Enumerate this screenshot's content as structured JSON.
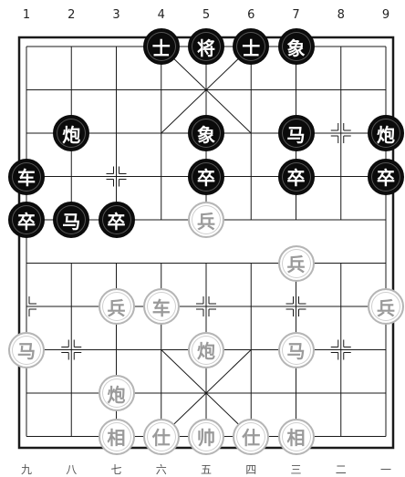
{
  "board": {
    "top_file_labels": [
      "1",
      "2",
      "3",
      "4",
      "5",
      "6",
      "7",
      "8",
      "9"
    ],
    "bottom_file_labels": [
      "九",
      "八",
      "七",
      "六",
      "五",
      "四",
      "三",
      "二",
      "一"
    ],
    "line_color": "#1a1a1a"
  },
  "pieces": [
    {
      "id": "black-advisor-1",
      "label": "士",
      "side": "black",
      "file": 4,
      "rank": 0
    },
    {
      "id": "black-general",
      "label": "将",
      "side": "black",
      "file": 5,
      "rank": 0
    },
    {
      "id": "black-advisor-2",
      "label": "士",
      "side": "black",
      "file": 6,
      "rank": 0
    },
    {
      "id": "black-elephant-1",
      "label": "象",
      "side": "black",
      "file": 7,
      "rank": 0
    },
    {
      "id": "black-cannon-1",
      "label": "炮",
      "side": "black",
      "file": 2,
      "rank": 2
    },
    {
      "id": "black-elephant-2",
      "label": "象",
      "side": "black",
      "file": 5,
      "rank": 2
    },
    {
      "id": "black-horse-1",
      "label": "马",
      "side": "black",
      "file": 7,
      "rank": 2
    },
    {
      "id": "black-cannon-2",
      "label": "炮",
      "side": "black",
      "file": 9,
      "rank": 2
    },
    {
      "id": "black-chariot",
      "label": "车",
      "side": "black",
      "file": 1,
      "rank": 3
    },
    {
      "id": "black-soldier-1",
      "label": "卒",
      "side": "black",
      "file": 5,
      "rank": 3
    },
    {
      "id": "black-soldier-2",
      "label": "卒",
      "side": "black",
      "file": 7,
      "rank": 3
    },
    {
      "id": "black-soldier-3",
      "label": "卒",
      "side": "black",
      "file": 9,
      "rank": 3
    },
    {
      "id": "black-soldier-4",
      "label": "卒",
      "side": "black",
      "file": 1,
      "rank": 4
    },
    {
      "id": "black-horse-2",
      "label": "马",
      "side": "black",
      "file": 2,
      "rank": 4
    },
    {
      "id": "black-soldier-5",
      "label": "卒",
      "side": "black",
      "file": 3,
      "rank": 4
    },
    {
      "id": "red-soldier-1",
      "label": "兵",
      "side": "red",
      "file": 5,
      "rank": 4
    },
    {
      "id": "red-soldier-2",
      "label": "兵",
      "side": "red",
      "file": 7,
      "rank": 5
    },
    {
      "id": "red-soldier-3",
      "label": "兵",
      "side": "red",
      "file": 3,
      "rank": 6
    },
    {
      "id": "red-chariot",
      "label": "车",
      "side": "red",
      "file": 4,
      "rank": 6
    },
    {
      "id": "red-soldier-4",
      "label": "兵",
      "side": "red",
      "file": 9,
      "rank": 6
    },
    {
      "id": "red-horse-1",
      "label": "马",
      "side": "red",
      "file": 1,
      "rank": 7
    },
    {
      "id": "red-cannon-1",
      "label": "炮",
      "side": "red",
      "file": 5,
      "rank": 7
    },
    {
      "id": "red-horse-2",
      "label": "马",
      "side": "red",
      "file": 7,
      "rank": 7
    },
    {
      "id": "red-cannon-2",
      "label": "炮",
      "side": "red",
      "file": 3,
      "rank": 8
    },
    {
      "id": "red-elephant-1",
      "label": "相",
      "side": "red",
      "file": 3,
      "rank": 9
    },
    {
      "id": "red-advisor-1",
      "label": "仕",
      "side": "red",
      "file": 4,
      "rank": 9
    },
    {
      "id": "red-general",
      "label": "帅",
      "side": "red",
      "file": 5,
      "rank": 9
    },
    {
      "id": "red-advisor-2",
      "label": "仕",
      "side": "red",
      "file": 6,
      "rank": 9
    },
    {
      "id": "red-elephant-2",
      "label": "相",
      "side": "red",
      "file": 7,
      "rank": 9
    }
  ]
}
